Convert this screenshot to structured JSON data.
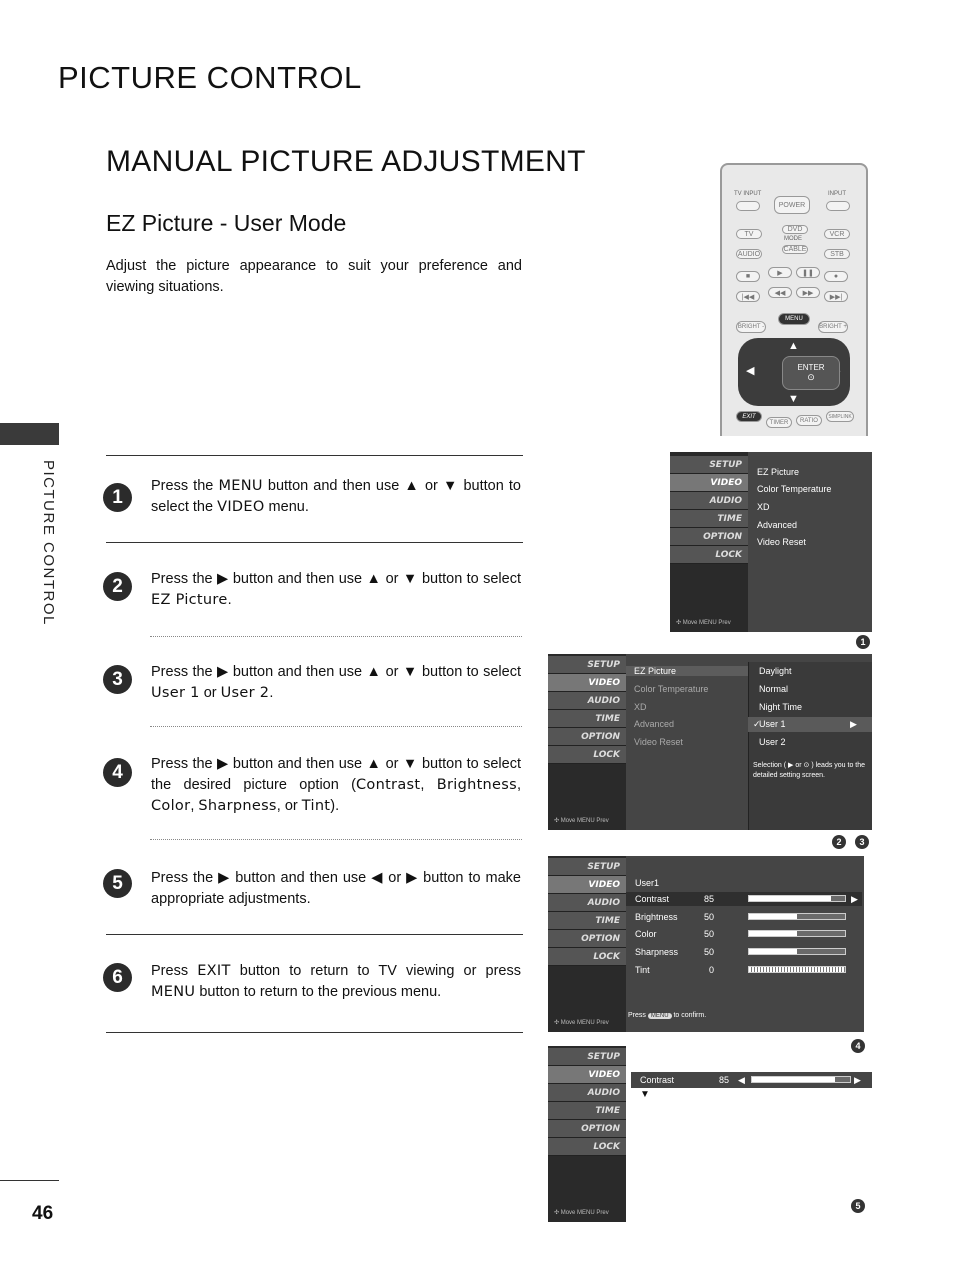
{
  "section_title": "PICTURE CONTROL",
  "page_heading": "MANUAL PICTURE ADJUSTMENT",
  "sub_heading": "EZ Picture - User Mode",
  "intro": "Adjust the picture appearance to suit your preference and viewing situations.",
  "side_label": "PICTURE CONTROL",
  "page_number": "46",
  "steps": [
    {
      "num": "1",
      "p1": "Press the ",
      "k1": "MENU",
      "p2": " button and then use ▲ or ▼ button to select the ",
      "k2": "VIDEO",
      "p3": " menu."
    },
    {
      "num": "2",
      "p1": "Press the ▶ button and then use ▲ or ▼ button to select ",
      "k1": "EZ Picture",
      "p2": "."
    },
    {
      "num": "3",
      "p1": "Press the ▶ button and then use ▲ or ▼ button to select ",
      "k1": "User 1",
      "p2": " or ",
      "k2": "User 2",
      "p3": "."
    },
    {
      "num": "4",
      "p1": "Press the ▶ button and then use ▲ or ▼ button to select the desired picture option (",
      "k1": "Contrast",
      "p2": ", ",
      "k2": "Brightness",
      "p3": ", ",
      "k3": "Color",
      "p4": ", ",
      "k4": "Sharpness",
      "p5": ", or ",
      "k5": "Tint",
      "p6": ")."
    },
    {
      "num": "5",
      "p1": "Press the ▶ button and then use ◀ or ▶ button to make appropriate adjustments."
    },
    {
      "num": "6",
      "p1": "Press ",
      "k1": "EXIT",
      "p2": " button to return to TV viewing or press ",
      "k2": "MENU",
      "p3": " button to return to the previous menu."
    }
  ],
  "remote": {
    "tv_input": "TV INPUT",
    "input": "INPUT",
    "power": "POWER",
    "tv": "TV",
    "dvd": "DVD",
    "vcr": "VCR",
    "mode": "MODE",
    "audio": "AUDIO",
    "cable": "CABLE",
    "stb": "STB",
    "menu": "MENU",
    "bright_minus": "BRIGHT -",
    "bright_plus": "BRIGHT +",
    "enter": "ENTER",
    "exit": "EXIT",
    "timer": "TIMER",
    "ratio": "RATIO",
    "simplink": "SIMPLINK"
  },
  "osd_menu_items": [
    "SETUP",
    "VIDEO",
    "AUDIO",
    "TIME",
    "OPTION",
    "LOCK"
  ],
  "osd_footer": {
    "move": "Move",
    "menu": "MENU",
    "prev": "Prev"
  },
  "osd1": {
    "items": [
      "EZ Picture",
      "Color Temperature",
      "XD",
      "Advanced",
      "Video Reset"
    ],
    "badge": "1"
  },
  "osd2": {
    "left_items": [
      "EZ Picture",
      "Color Temperature",
      "XD",
      "Advanced",
      "Video Reset"
    ],
    "right_items": [
      "Daylight",
      "Normal",
      "Night Time",
      "User 1",
      "User 2"
    ],
    "checked": "✓",
    "note": "Selection ( ▶ or ⊙ ) leads you to the detailed setting screen.",
    "badges": [
      "2",
      "3"
    ]
  },
  "osd3": {
    "title": "User1",
    "rows": [
      {
        "label": "Contrast",
        "value": "85",
        "level": 85
      },
      {
        "label": "Brightness",
        "value": "50",
        "level": 50
      },
      {
        "label": "Color",
        "value": "50",
        "level": 50
      },
      {
        "label": "Sharpness",
        "value": "50",
        "level": 50
      },
      {
        "label": "Tint",
        "value": "0",
        "level": 0
      }
    ],
    "press": "Press",
    "menu": "MENU",
    "confirm": "to confirm.",
    "badge": "4"
  },
  "osd4": {
    "label": "Contrast",
    "value": "85",
    "level": 85,
    "badge": "5"
  }
}
